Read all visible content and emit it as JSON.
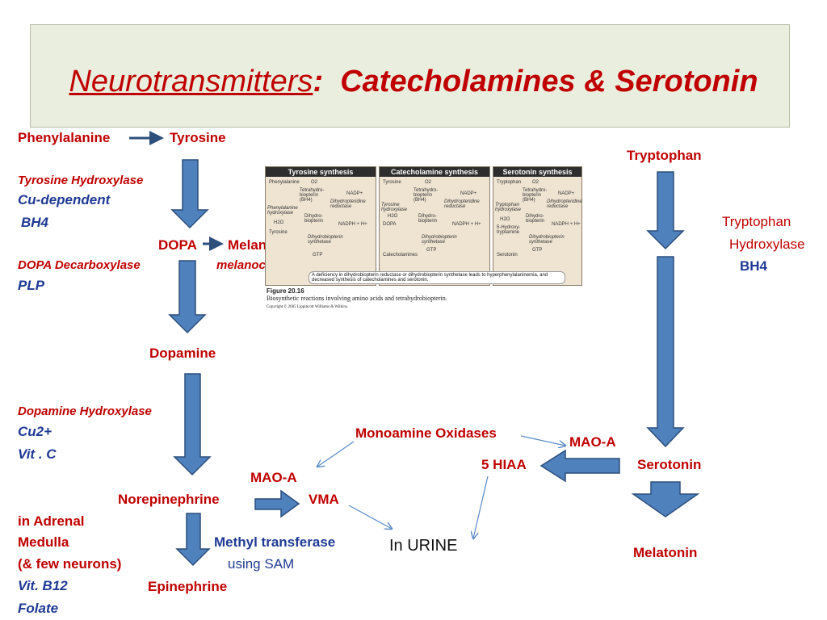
{
  "title": {
    "part1": "Neurotransmitters",
    "sep": ":",
    "part2": "Catecholamines & Serotonin"
  },
  "labels": {
    "phenylalanine": "Phenylalanine",
    "tyrosine": "Tyrosine",
    "tyrosine_hydroxylase": "Tyrosine Hydroxylase",
    "cu_dependent": "Cu-dependent",
    "bh4_left": "BH4",
    "dopa": "DOPA",
    "melanin": "Melanin",
    "melanocytes": "melanocytes",
    "dopa_decarboxylase": "DOPA Decarboxylase",
    "plp": "PLP",
    "dopamine": "Dopamine",
    "dopamine_hydroxylase": "Dopamine Hydroxylase",
    "cu2": "Cu2+",
    "vitc": "Vit . C",
    "mao_a_left": "MAO-A",
    "norepinephrine": "Norepinephrine",
    "vma": "VMA",
    "in_adrenal": "in Adrenal",
    "medulla": "Medulla",
    "few_neurons": "(& few neurons)",
    "vitb12": "Vit. B12",
    "folate": "Folate",
    "epinephrine": "Epinephrine",
    "methyl_transferase": "Methyl transferase",
    "using_sam": "using SAM",
    "in_urine": "In URINE",
    "monoamine_oxidases": "Monoamine Oxidases",
    "mao_a_right": "MAO-A",
    "hiaa": "5 HIAA",
    "serotonin": "Serotonin",
    "melatonin": "Melatonin",
    "tryptophan": "Tryptophan",
    "tryptophan_hyd1": "Tryptophan",
    "tryptophan_hyd2": "Hydroxylase",
    "bh4_right": "BH4"
  },
  "figure": {
    "panels": [
      "Tyrosine synthesis",
      "Catecholamine synthesis",
      "Serotonin synthesis"
    ],
    "p1": [
      "Phenylalanine",
      "Tyrosine",
      "Phenylalanine hydroxylase",
      "Tetrahydro-biopterin (BH4)",
      "Dihydro-biopterin",
      "Dihydropteridine reductase",
      "NADP+",
      "NADPH + H+",
      "Dihydrobiopterin synthetase",
      "GTP",
      "H2O",
      "O2"
    ],
    "p2": [
      "Tyrosine",
      "DOPA",
      "Catecholamines",
      "Tyrosine hydroxylase",
      "Tetrahydro-biopterin (BH4)",
      "Dihydro-biopterin",
      "Dihydropteridine reductase",
      "NADP+",
      "NADPH + H+",
      "Dihydrobiopterin synthetase",
      "GTP",
      "H2O",
      "O2"
    ],
    "p3": [
      "Tryptophan",
      "5-Hydroxy-tryptamine",
      "Serotonin",
      "Tryptophan hydroxylase",
      "Tetrahydro-biopterin (BH4)",
      "Dihydro-biopterin",
      "Dihydropteridine reductase",
      "NADP+",
      "NADPH + H+",
      "Dihydrobiopterin synthetase",
      "GTP",
      "H2O",
      "O2"
    ],
    "note": "A deficiency in dihydrobiopterin reductase or dihydrobiopterin synthetase leads to hyperphenylalaninemia, and decreased synthesis of catecholamines and serotonin.",
    "caption_num": "Figure 20.16",
    "caption": "Biosynthetic reactions involving amino acids and tetrahydrobiopterin.",
    "copyright": "Copyright © 2005 Lippincott Williams & Wilkins."
  },
  "colors": {
    "red": "#c00000",
    "blue": "#1f3a93",
    "arrow_fill": "#4f81bd",
    "arrow_stroke": "#2c4f7c",
    "title_bg": "#e9eedf"
  }
}
